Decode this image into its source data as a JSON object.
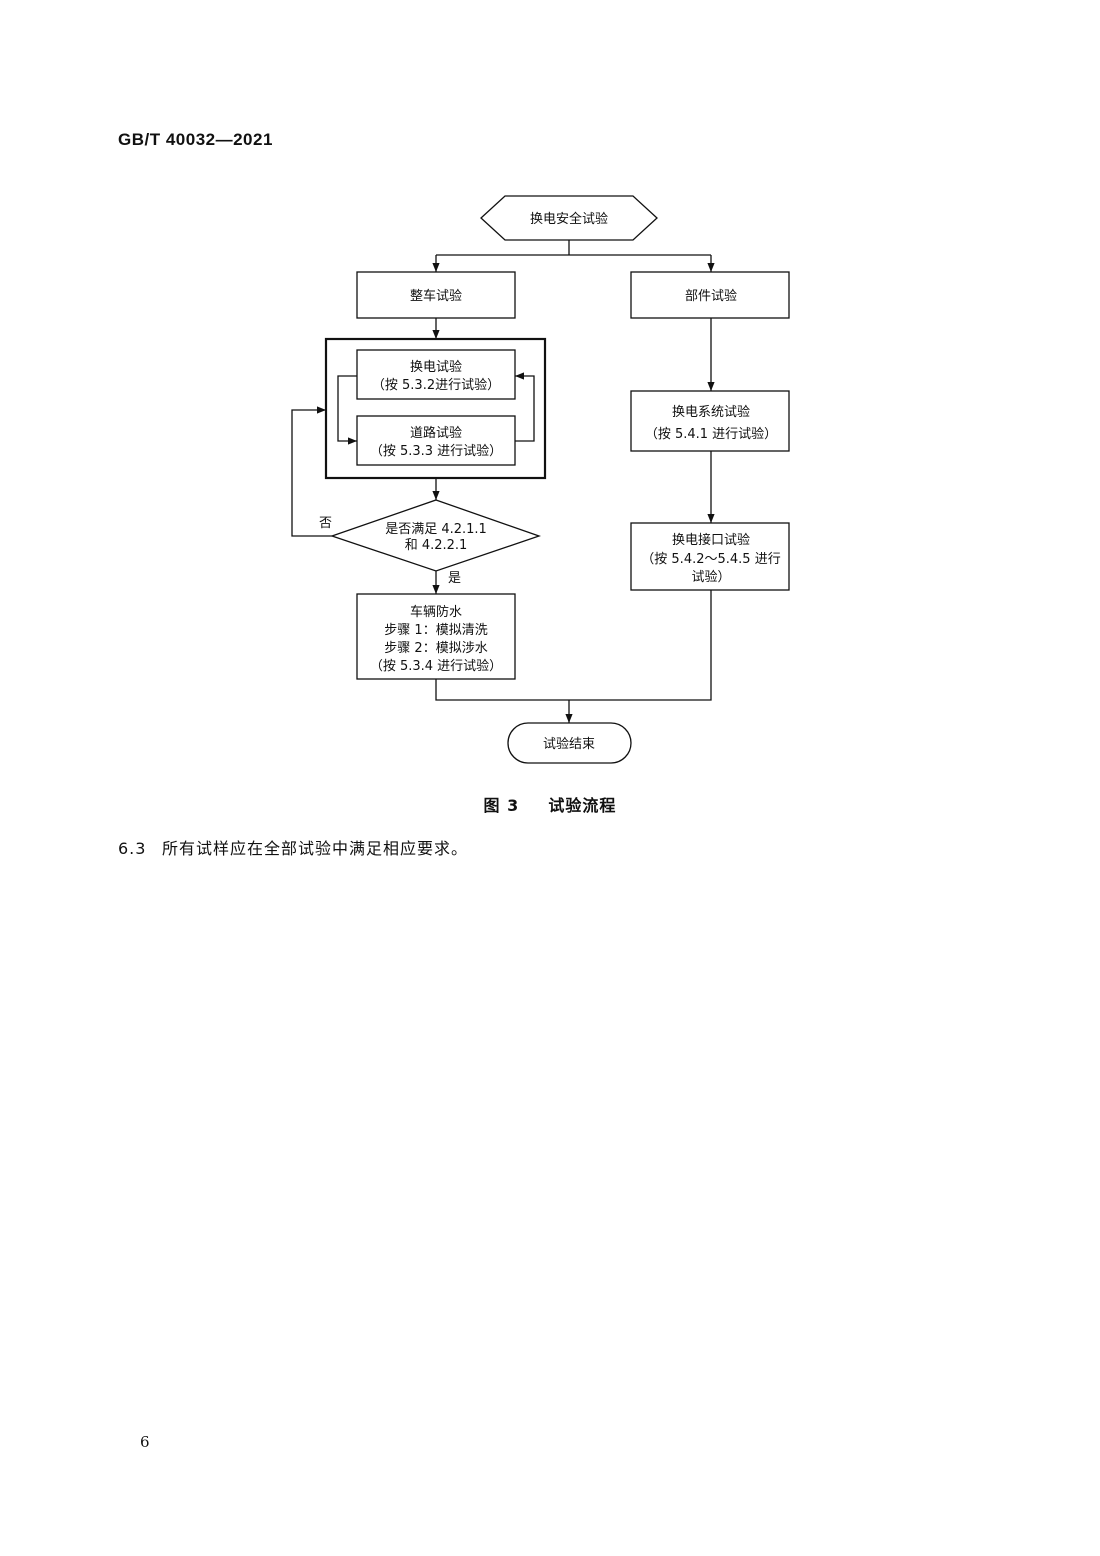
{
  "header": {
    "doc_code": "GB/T 40032—2021"
  },
  "flowchart": {
    "start": "换电安全试验",
    "vehicle_test": "整车试验",
    "component_test": "部件试验",
    "swap_test": {
      "line1": "换电试验",
      "line2": "（按 5.3.2进行试验）"
    },
    "road_test": {
      "line1": "道路试验",
      "line2": "（按 5.3.3 进行试验）"
    },
    "decision": {
      "line1": "是否满足 4.2.1.1",
      "line2": "和 4.2.2.1",
      "no_label": "否",
      "yes_label": "是"
    },
    "waterproof": {
      "line1": "车辆防水",
      "line2": "步骤 1：模拟清洗",
      "line3": "步骤 2：模拟涉水",
      "line4": "（按 5.3.4 进行试验）"
    },
    "swap_system": {
      "line1": "换电系统试验",
      "line2": "（按 5.4.1 进行试验）"
    },
    "swap_interface": {
      "line1": "换电接口试验",
      "line2": "（按 5.4.2～5.4.5 进行",
      "line3": "试验）"
    },
    "end": "试验结束"
  },
  "figure": {
    "number": "图 3",
    "title": "试验流程"
  },
  "clause": {
    "number": "6.3",
    "text": "所有试样应在全部试验中满足相应要求。"
  },
  "footer": {
    "page_number": "6"
  }
}
